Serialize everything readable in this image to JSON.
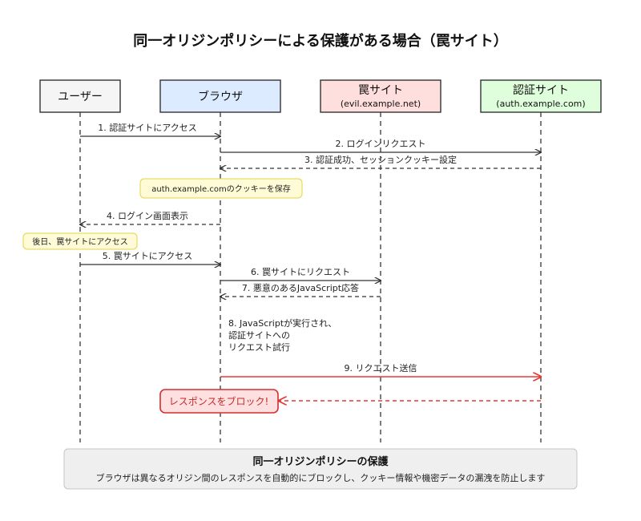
{
  "title": "同一オリジンポリシーによる保護がある場合（罠サイト）",
  "actors": [
    {
      "id": "user",
      "name": "ユーザー",
      "sub": "",
      "fill": "#f5f5f5"
    },
    {
      "id": "browser",
      "name": "ブラウザ",
      "sub": "",
      "fill": "#dcebff"
    },
    {
      "id": "evil",
      "name": "罠サイト",
      "sub": "(evil.example.net)",
      "fill": "#ffdede"
    },
    {
      "id": "auth",
      "name": "認証サイト",
      "sub": "(auth.example.com)",
      "fill": "#dfffdc"
    }
  ],
  "messages": [
    {
      "label": "1. 認証サイトにアクセス",
      "from": "user",
      "to": "browser",
      "style": "solid"
    },
    {
      "label": "2. ログインリクエスト",
      "from": "browser",
      "to": "auth",
      "style": "solid"
    },
    {
      "label": "3. 認証成功、セッションクッキー設定",
      "from": "auth",
      "to": "browser",
      "style": "dashed"
    },
    {
      "label": "4. ログイン画面表示",
      "from": "browser",
      "to": "user",
      "style": "dashed"
    },
    {
      "label": "5. 罠サイトにアクセス",
      "from": "user",
      "to": "browser",
      "style": "solid"
    },
    {
      "label": "6. 罠サイトにリクエスト",
      "from": "browser",
      "to": "evil",
      "style": "solid"
    },
    {
      "label": "7. 悪意のあるJavaScript応答",
      "from": "evil",
      "to": "browser",
      "style": "dashed"
    },
    {
      "label": "9. リクエスト送信",
      "from": "browser",
      "to": "auth",
      "style": "red"
    },
    {
      "label": "",
      "from": "auth",
      "to": "block",
      "style": "red-dashed"
    }
  ],
  "notes": {
    "cookie_saved": "auth.example.comのクッキーを保存",
    "later": "後日、罠サイトにアクセス"
  },
  "js_exec": [
    "8. JavaScriptが実行され、",
    "認証サイトへの",
    "リクエスト試行"
  ],
  "block_label": "レスポンスをブロック!",
  "footer": {
    "title": "同一オリジンポリシーの保護",
    "desc": "ブラウザは異なるオリジン間のレスポンスを自動的にブロックし、クッキー情報や機密データの漏洩を防止します"
  }
}
